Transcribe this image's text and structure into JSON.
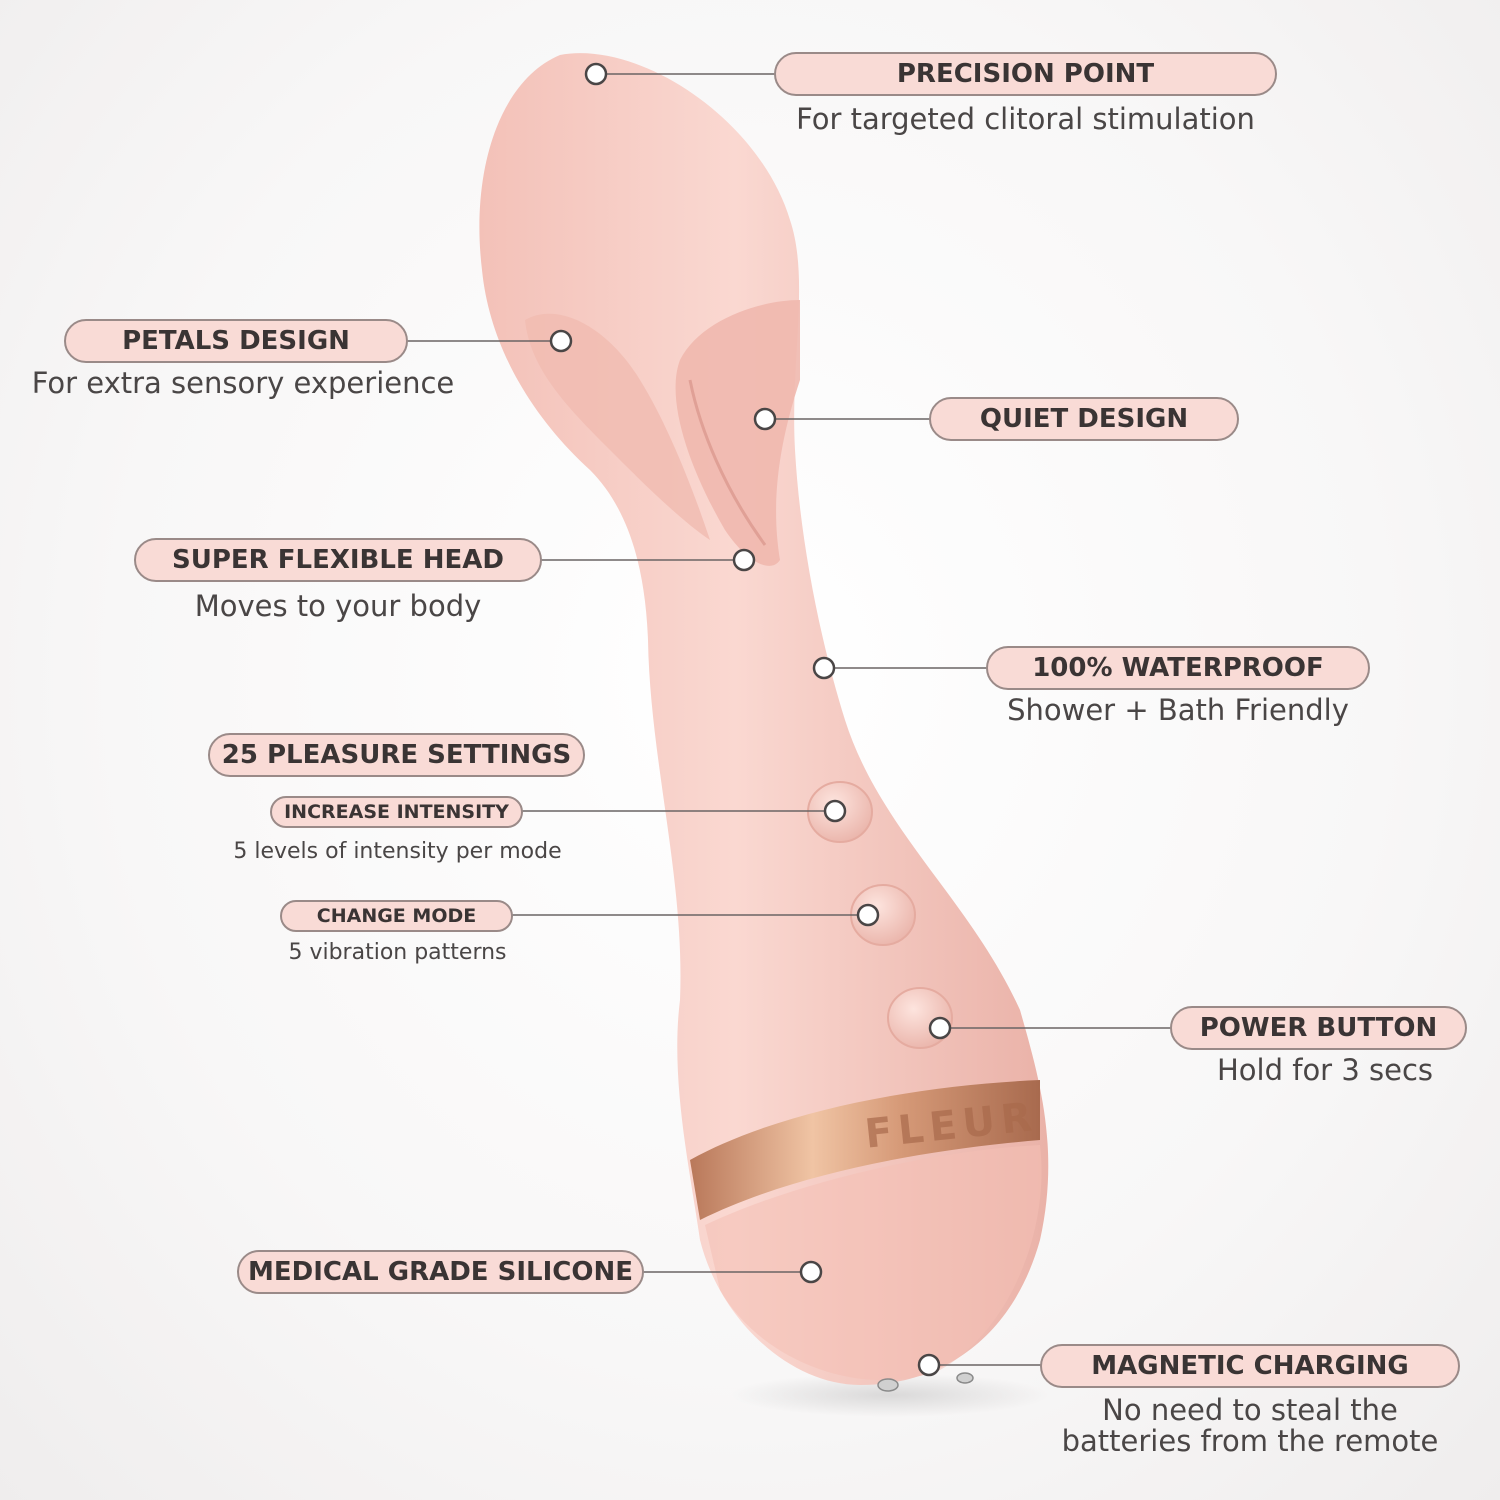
{
  "callouts": {
    "precision_point": {
      "title": "PRECISION POINT",
      "desc": "For targeted clitoral stimulation"
    },
    "petals_design": {
      "title": "PETALS DESIGN",
      "desc": "For extra sensory experience"
    },
    "quiet_design": {
      "title": "QUIET DESIGN"
    },
    "flexible_head": {
      "title": "SUPER FLEXIBLE HEAD",
      "desc": "Moves to your body"
    },
    "waterproof": {
      "title": "100% WATERPROOF",
      "desc": "Shower + Bath Friendly"
    },
    "pleasure_settings": {
      "title": "25 PLEASURE SETTINGS"
    },
    "increase_intensity": {
      "title": "INCREASE INTENSITY",
      "desc": "5 levels of intensity per mode"
    },
    "change_mode": {
      "title": "CHANGE MODE",
      "desc": "5 vibration patterns"
    },
    "power_button": {
      "title": "POWER BUTTON",
      "desc": "Hold for 3 secs"
    },
    "medical_silicone": {
      "title": "MEDICAL GRADE SILICONE"
    },
    "magnetic_charging": {
      "title": "MAGNETIC CHARGING",
      "desc_line1": "No need to steal the",
      "desc_line2": "batteries from the remote"
    }
  },
  "product": {
    "brand": "FLEUR"
  },
  "colors": {
    "body_pink": "#f6c9c1",
    "pill_fill": "#f9dbd6",
    "band_copper": "#c98a6a",
    "text_dark": "#3a3434"
  }
}
